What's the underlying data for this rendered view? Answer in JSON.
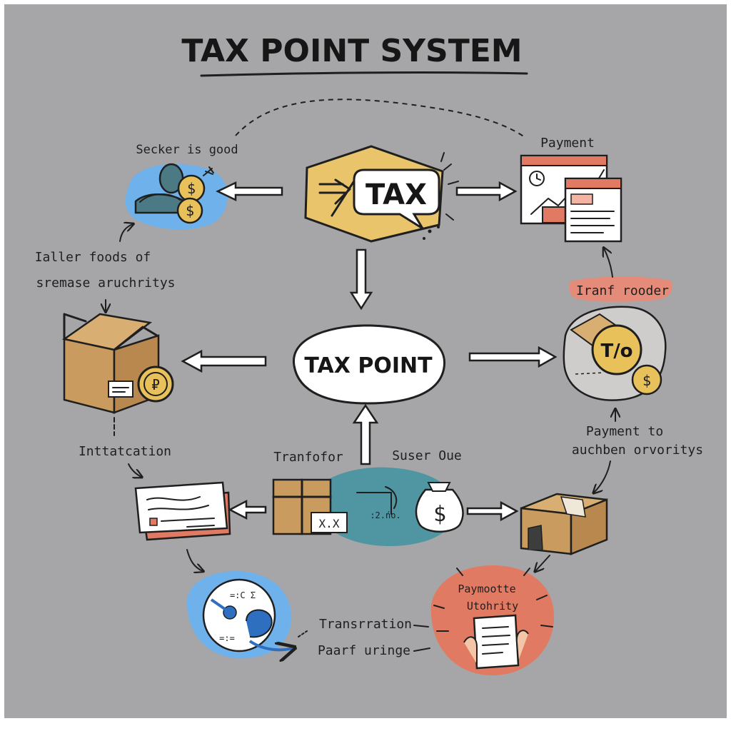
{
  "title": "TAX POINT SYSTEM",
  "nodes": {
    "tax_bubble": "TAX",
    "tax_point": "TAX POINT",
    "percent_symbol": "T/o",
    "dollar": "$",
    "box_coin_symbol": "₽",
    "form_mark": "X.X",
    "slate_formula": ":2.ńo.",
    "disc_formula_1": "=:C Σ",
    "disc_formula_2": "=:="
  },
  "labels": {
    "secker": "Secker is good",
    "payment_top": "Payment",
    "ialler_line1": "Ialler foods of",
    "ialler_line2": "sremase aruchritys",
    "iranf": "Iranf rooder",
    "intattation": "Inttatcation",
    "tranfofor": "Tranfofor",
    "suser": "Suser Oue",
    "payment_to_line1": "Payment to",
    "payment_to_line2": "auchben orvoritys",
    "paymootte_line1": "Paymootte",
    "paymootte_line2": "Utohrity",
    "transration": "Transrration",
    "paarf": "Paarf uringe"
  },
  "colors": {
    "background": "#a6a6a8",
    "ink": "#1f1f1f",
    "yellow_hex": "#e9c46a",
    "blue_blob": "#6fb1ea",
    "teal_blob": "#4f95a2",
    "coral": "#e07a63",
    "cardboard": "#c99b5f",
    "coin": "#e8c15a",
    "gray_rock": "#cfcdcc",
    "iranf_highlight": "#e58b7a"
  }
}
